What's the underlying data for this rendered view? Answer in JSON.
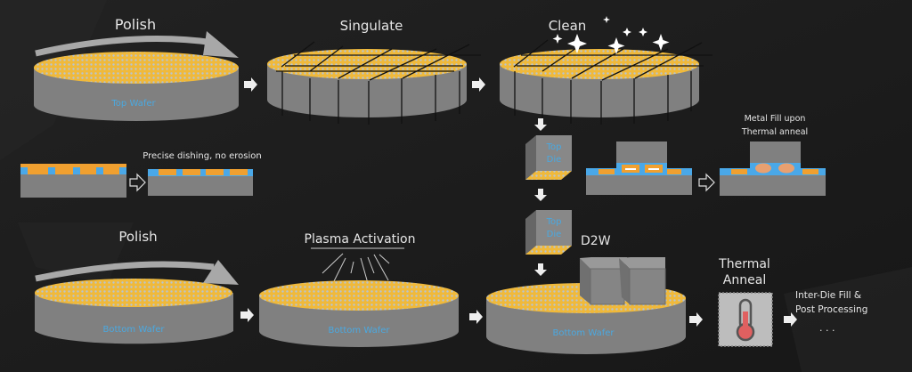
{
  "colors": {
    "background": "#1c1c1c",
    "wafer_side": "#808080",
    "wafer_top": "#f0b93a",
    "wafer_dots": "#b8c4d0",
    "label_blue": "#4aa8e0",
    "text": "#e6e6e6",
    "metal_orange": "#f0a030",
    "dielectric_blue": "#4aa8e8",
    "annealed_metal": "#e8a070",
    "thermometer_red": "#e06060"
  },
  "top_row": {
    "polish": {
      "title": "Polish",
      "wafer_label": "Top Wafer"
    },
    "singulate": {
      "title": "Singulate"
    },
    "clean": {
      "title": "Clean"
    }
  },
  "middle_row": {
    "dishing_caption": "Precise dishing, no erosion",
    "top_die_label_line1": "Top",
    "top_die_label_line2": "Die",
    "metal_fill_caption_line1": "Metal Fill upon",
    "metal_fill_caption_line2": "Thermal anneal"
  },
  "bottom_row": {
    "polish": {
      "title": "Polish",
      "wafer_label": "Bottom Wafer"
    },
    "plasma": {
      "title": "Plasma Activation",
      "wafer_label": "Bottom Wafer"
    },
    "d2w": {
      "title": "D2W",
      "wafer_label": "Bottom Wafer",
      "die_label_line1": "Top",
      "die_label_line2": "Die"
    },
    "anneal": {
      "title_line1": "Thermal",
      "title_line2": "Anneal"
    },
    "post": {
      "line1": "Inter-Die Fill &",
      "line2": "Post Processing",
      "ellipsis": ". . ."
    }
  }
}
